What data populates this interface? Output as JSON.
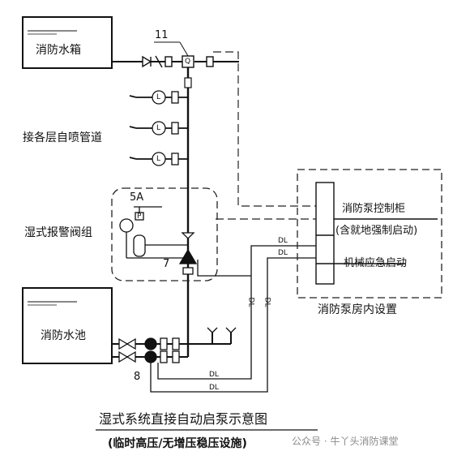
{
  "labels": {
    "water_tank": "消防水箱",
    "sprinkler_pipes": "接各层自喷管道",
    "alarm_valve_group": "湿式报警阀组",
    "fire_pool": "消防水池",
    "pump_control_cabinet": "消防泵控制柜",
    "local_forced_start": "(含就地强制启动)",
    "mechanical_emergency_start": "机械应急启动",
    "pump_room_setup": "消防泵房内设置",
    "dl": "DL",
    "marker_11": "11",
    "marker_5a": "5A",
    "marker_7": "7",
    "marker_8": "8",
    "flow_switch_symbol": "Q",
    "pressure_switch_symbol": "P",
    "flow_indicator_symbol": "L"
  },
  "title": {
    "main": "湿式系统直接自动启泵示意图",
    "sub": "(临时高压/无增压稳压设施)"
  },
  "watermark": "公众号 · 牛丫头消防课堂"
}
